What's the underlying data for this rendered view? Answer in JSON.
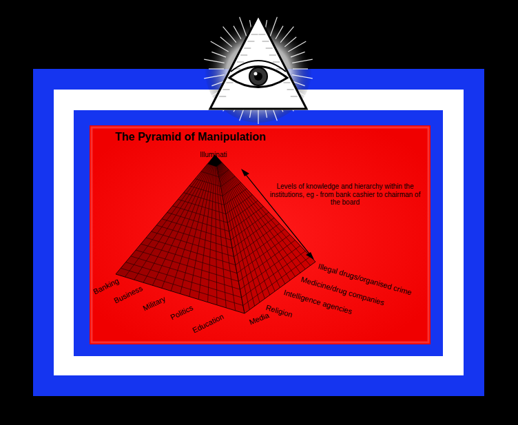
{
  "diagram": {
    "title": "The Pyramid of Manipulation",
    "labels": [
      "Illuminati",
      "Levels of knowledge and hierarchy within the institutions, eg - from bank cashier to chairman of the board",
      "Banking",
      "Business",
      "Military",
      "Politics",
      "Education",
      "Media",
      "Religion",
      "Intelligence agencies",
      "Medicine/drug companies",
      "Illegal drugs/organised crime"
    ]
  }
}
